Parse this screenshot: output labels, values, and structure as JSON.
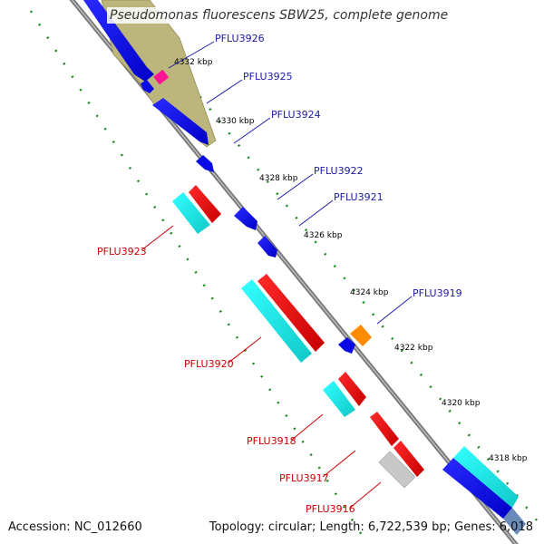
{
  "title": "Pseudomonas fluorescens SBW25, complete genome",
  "footer": {
    "accession": "Accession: NC_012660",
    "info": "Topology: circular; Length: 6,722,539 bp; Genes: 6,018"
  },
  "ruler": [
    "4332 kbp",
    "4330 kbp",
    "4328 kbp",
    "4326 kbp",
    "4324 kbp",
    "4322 kbp",
    "4320 kbp",
    "4318 kbp"
  ],
  "genes_top": [
    {
      "label": "PFLU3926",
      "color": "#1a1aa8"
    },
    {
      "label": "PFLU3925",
      "color": "#1a1aa8"
    },
    {
      "label": "PFLU3924",
      "color": "#1a1aa8"
    },
    {
      "label": "PFLU3922",
      "color": "#1a1aa8"
    },
    {
      "label": "PFLU3921",
      "color": "#1a1aa8"
    },
    {
      "label": "PFLU3919",
      "color": "#1a1aa8"
    }
  ],
  "genes_bottom": [
    {
      "label": "PFLU3923",
      "color": "#cc0000"
    },
    {
      "label": "PFLU3920",
      "color": "#cc0000"
    },
    {
      "label": "PFLU3918",
      "color": "#cc0000"
    },
    {
      "label": "PFLU3917",
      "color": "#cc0000"
    },
    {
      "label": "PFLU3916",
      "color": "#cc0000"
    }
  ],
  "colors": {
    "forward_gene": "#0a0ae6",
    "reverse_gene": "#ee0000",
    "cds_forward": "#bdb67c",
    "cds_reverse": "#19dede",
    "backbone": "#7a7a7a",
    "ruler_dots": "#1a8a1a"
  }
}
